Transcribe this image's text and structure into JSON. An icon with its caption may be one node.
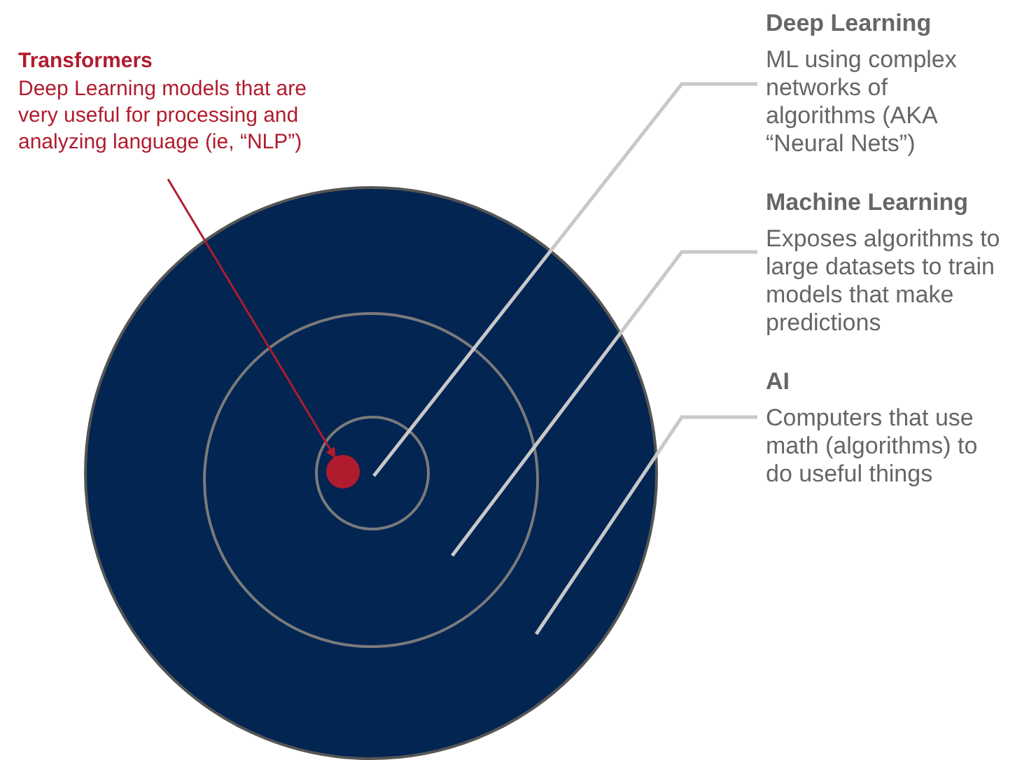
{
  "diagram": {
    "nodes": [
      {
        "text": [
          "Transformers",
          "Deep Learning models that are very useful for processing and analyzing language (ie, “NLP”)"
        ]
      },
      {
        "text": [
          "Deep Learning",
          "ML using complex networks of algorithms (AKA “Neural Nets”)"
        ]
      },
      {
        "text": [
          "Machine Learning",
          "Exposes algorithms to large datasets to train models that make predictions"
        ]
      },
      {
        "text": [
          "AI",
          "Computers that use math (algorithms) to do useful things"
        ]
      },
      {
        "text": [],
        "shape": "circle"
      },
      {
        "text": [],
        "shape": "circle",
        "in": 4
      },
      {
        "text": [],
        "shape": "circle",
        "in": 5
      },
      {
        "text": [],
        "shape": "circle",
        "in": 6
      }
    ],
    "edges": [
      {
        "from": 0,
        "to": 7,
        "arrow": "to",
        "color": "#b01c2e"
      },
      {
        "from": 1,
        "to": 6,
        "arrow": "none"
      },
      {
        "from": 2,
        "to": 5,
        "arrow": "none"
      },
      {
        "from": 3,
        "to": 4,
        "arrow": "none"
      }
    ]
  }
}
